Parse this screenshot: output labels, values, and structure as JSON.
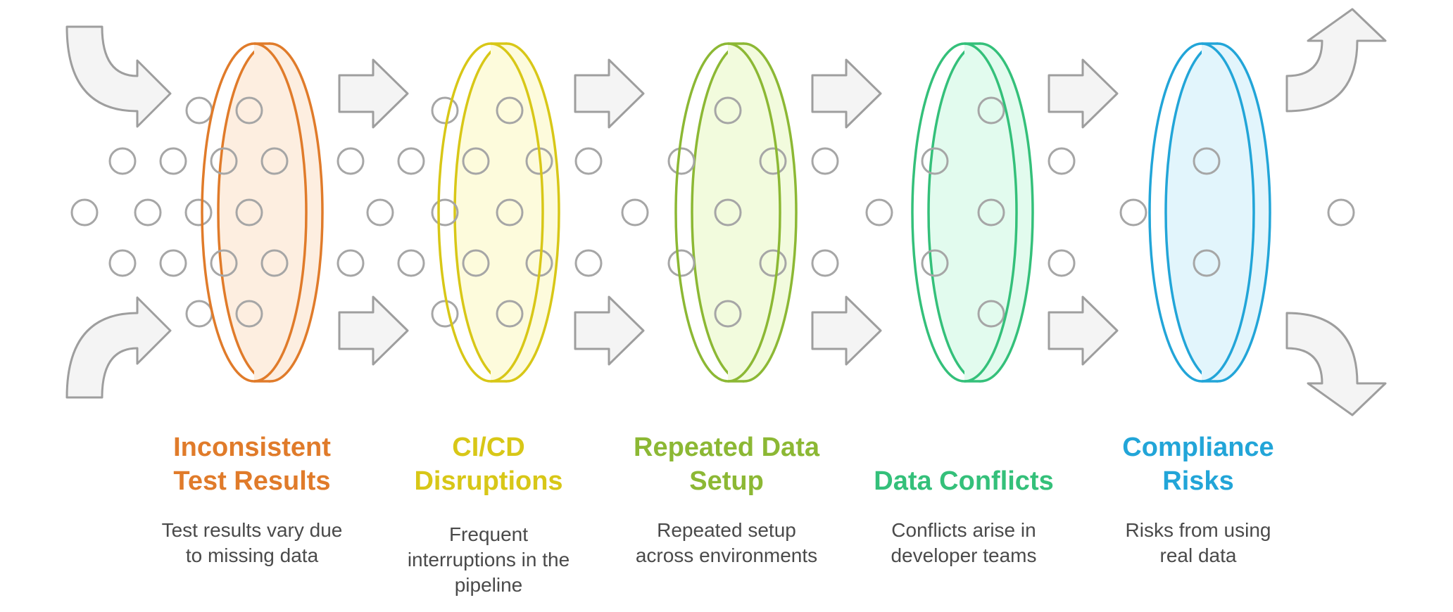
{
  "colors": {
    "arrow_stroke": "#9e9e9e",
    "arrow_fill": "#f4f4f4",
    "particle_stroke": "#a6a6a6"
  },
  "stages": [
    {
      "title_lines": [
        "Inconsistent",
        "Test Results"
      ],
      "desc_lines": [
        "Test results vary due",
        "to missing data"
      ],
      "color": "#e07b2a",
      "fill": "#fdeee0"
    },
    {
      "title_lines": [
        "CI/CD",
        "Disruptions"
      ],
      "desc_lines": [
        "Frequent",
        "interruptions in the",
        "pipeline"
      ],
      "color": "#d8c717",
      "fill": "#fdfbdc"
    },
    {
      "title_lines": [
        "Repeated Data",
        "Setup"
      ],
      "desc_lines": [
        "Repeated setup",
        "across environments"
      ],
      "color": "#8cb834",
      "fill": "#f2fbdd"
    },
    {
      "title_lines": [
        "Data Conflicts"
      ],
      "desc_lines": [
        "Conflicts arise in",
        "developer teams"
      ],
      "color": "#34c07a",
      "fill": "#e2fbee"
    },
    {
      "title_lines": [
        "Compliance",
        "Risks"
      ],
      "desc_lines": [
        "Risks from using",
        "real data"
      ],
      "color": "#22a5d8",
      "fill": "#e2f5fc"
    }
  ]
}
